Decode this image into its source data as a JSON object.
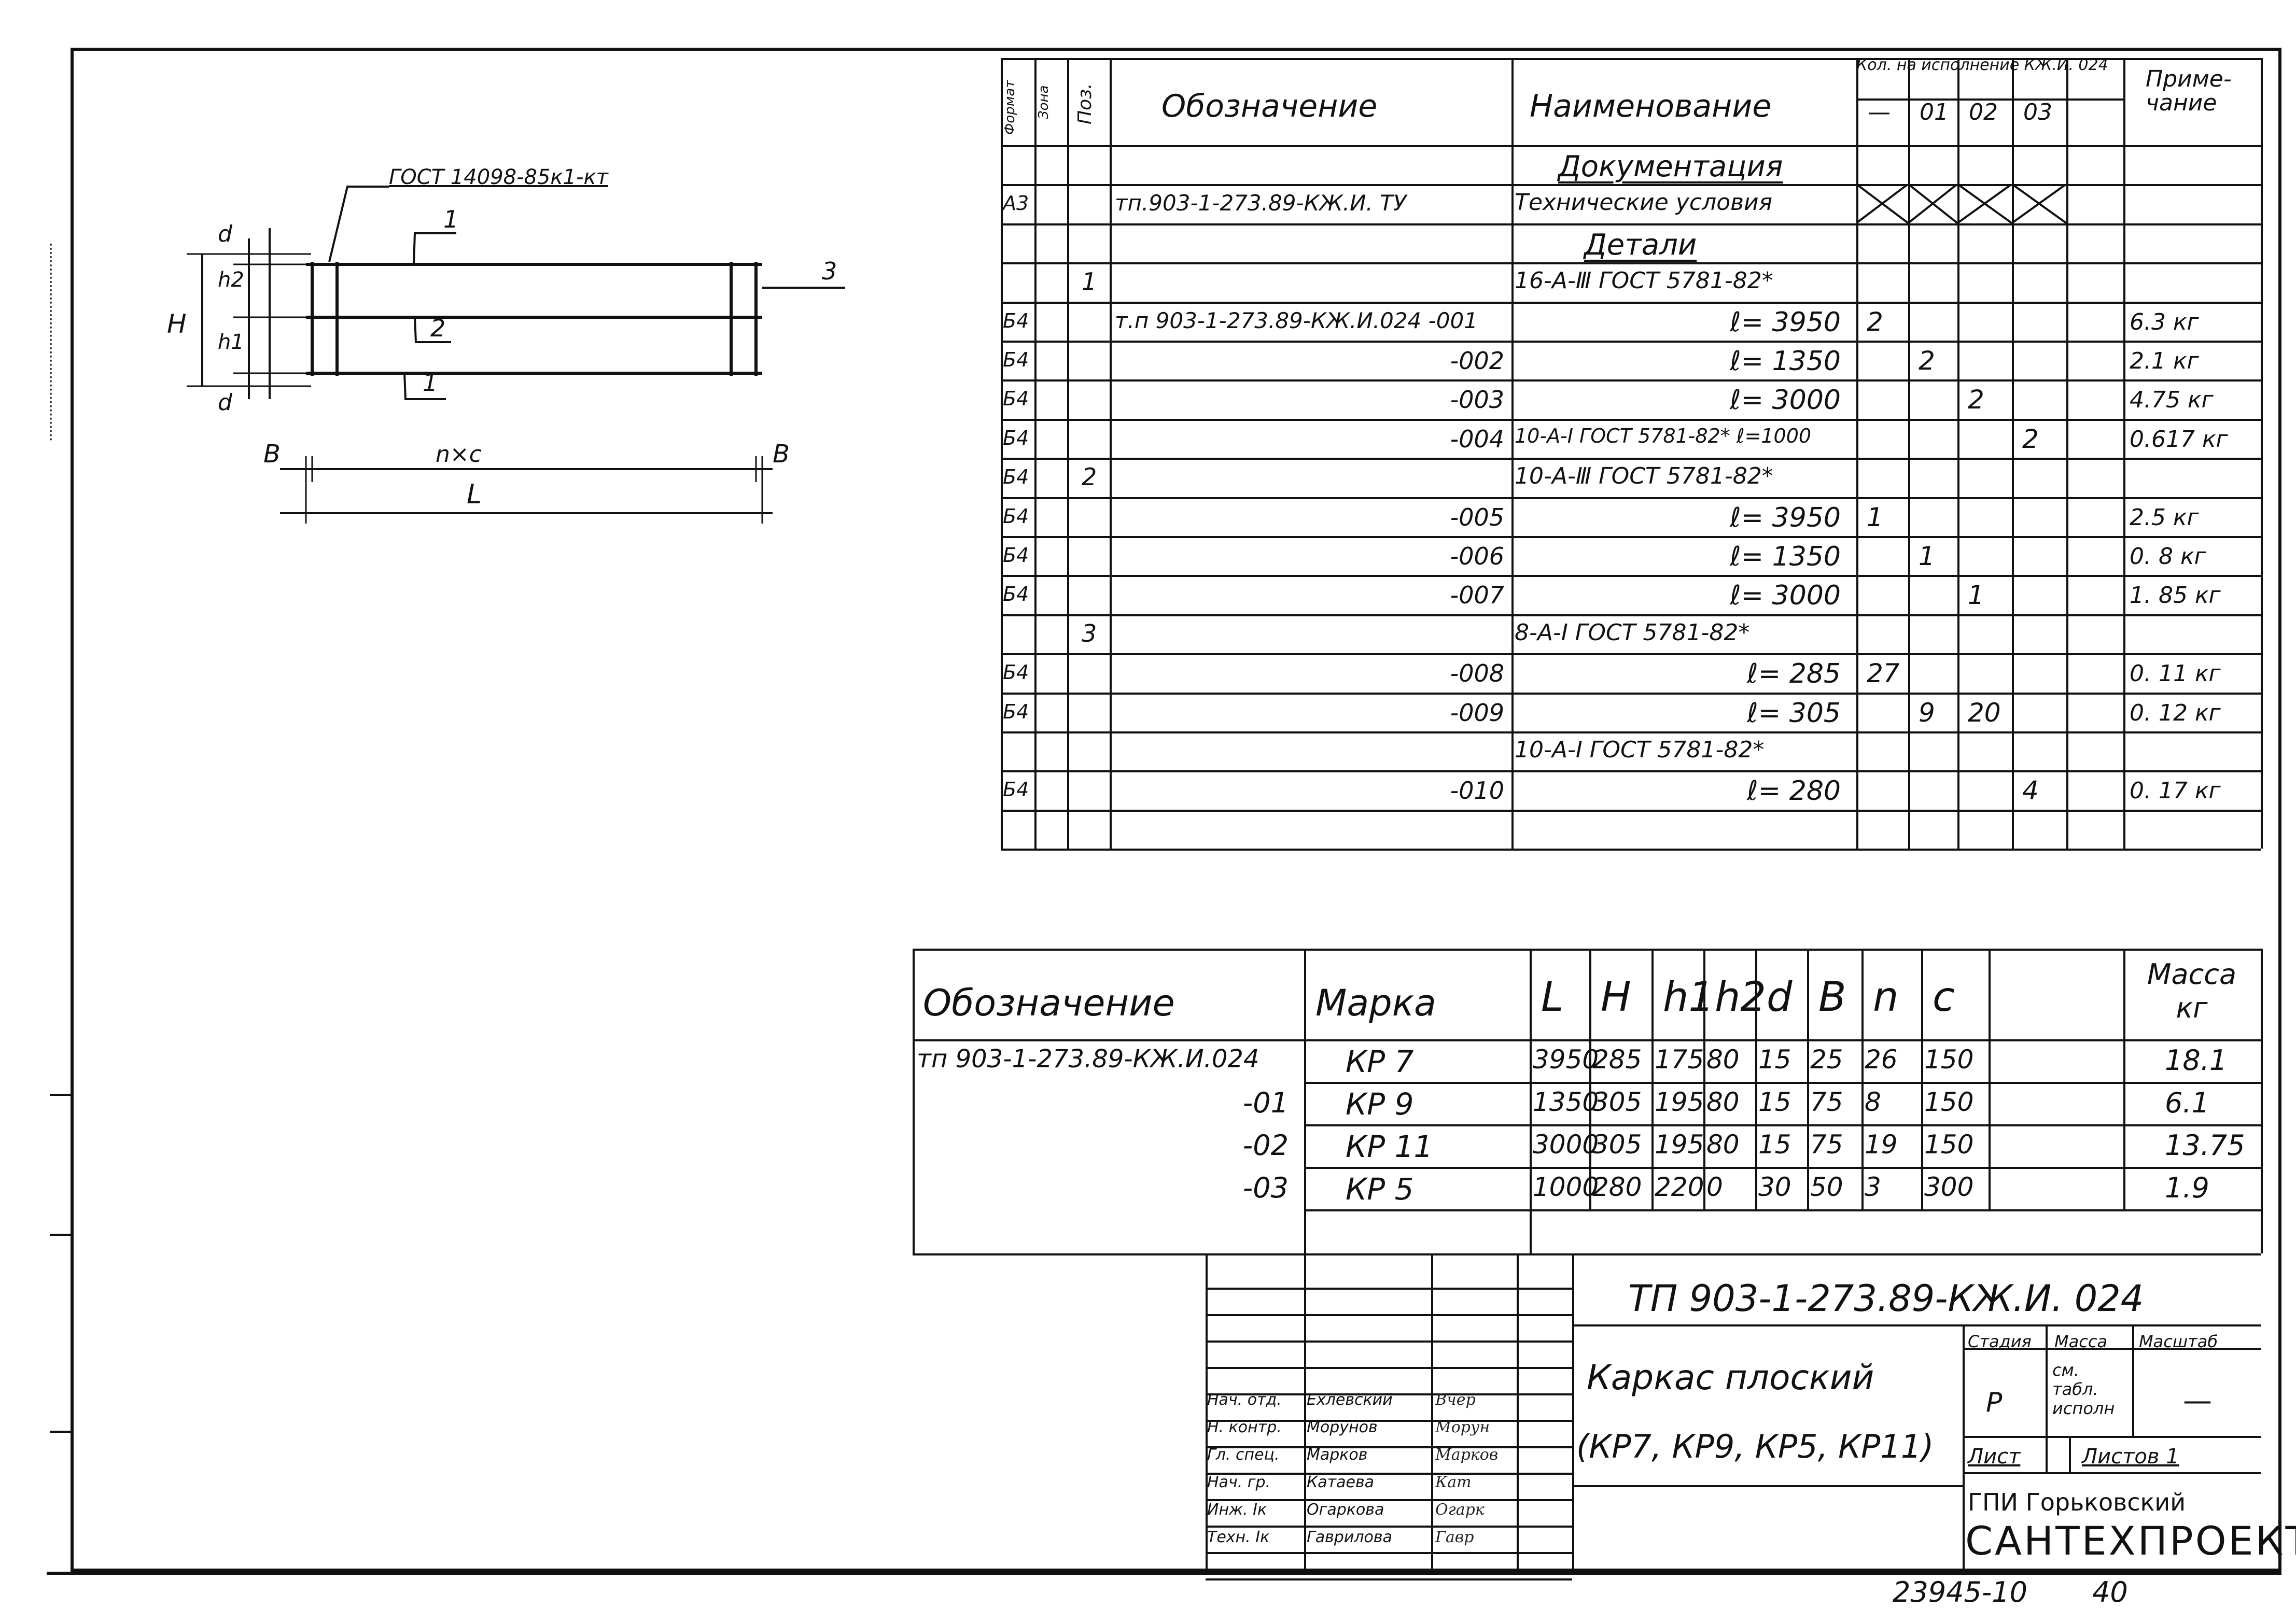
{
  "sketch": {
    "gost_label": "ГОСТ 14098-85к1-кт",
    "pos1_top": "1",
    "pos2": "2",
    "pos1_bottom": "1",
    "pos3": "3",
    "H": "H",
    "h1": "h1",
    "h2": "h2",
    "d_top": "d",
    "d_bottom": "d",
    "b_left": "B",
    "b_right": "B",
    "nxc": "n×c",
    "L": "L"
  },
  "spec": {
    "headers": {
      "format": "Формат",
      "zone": "Зона",
      "pos": "Поз.",
      "designation": "Обозначение",
      "name": "Наименование",
      "qty_title": "Кол. на исполнение КЖ.И. 024",
      "qty_cols": [
        "—",
        "01",
        "02",
        "03"
      ],
      "note": "Приме- чание"
    },
    "rows": [
      {
        "format": "",
        "zone": "",
        "pos": "",
        "designation": "",
        "name": "Документация",
        "section": true,
        "q": [
          "",
          "",
          "",
          ""
        ],
        "note": ""
      },
      {
        "format": "А3",
        "zone": "",
        "pos": "",
        "designation": "тп.903-1-273.89-КЖ.И. ТУ",
        "name": "Технические условия",
        "section": false,
        "q": [
          "X",
          "X",
          "X",
          "X"
        ],
        "note": ""
      },
      {
        "format": "",
        "zone": "",
        "pos": "",
        "designation": "",
        "name": "Детали",
        "section": true,
        "q": [
          "",
          "",
          "",
          ""
        ],
        "note": ""
      },
      {
        "format": "",
        "zone": "",
        "pos": "1",
        "designation": "",
        "name": "16-А-Ⅲ  ГОСТ 5781-82*",
        "section": false,
        "q": [
          "",
          "",
          "",
          ""
        ],
        "note": ""
      },
      {
        "format": "Б4",
        "zone": "",
        "pos": "",
        "designation": "т.п 903-1-273.89-КЖ.И.024  -001",
        "name": "ℓ= 3950",
        "section": false,
        "q": [
          "2",
          "",
          "",
          ""
        ],
        "note": "6.3 кг"
      },
      {
        "format": "Б4",
        "zone": "",
        "pos": "",
        "designation": "-002",
        "name": "ℓ= 1350",
        "section": false,
        "q": [
          "",
          "2",
          "",
          ""
        ],
        "note": "2.1 кг"
      },
      {
        "format": "Б4",
        "zone": "",
        "pos": "",
        "designation": "-003",
        "name": "ℓ= 3000",
        "section": false,
        "q": [
          "",
          "",
          "2",
          ""
        ],
        "note": "4.75 кг"
      },
      {
        "format": "Б4",
        "zone": "",
        "pos": "",
        "designation": "-004",
        "name": "10-А-Ⅰ ГОСТ 5781-82* ℓ=1000",
        "section": false,
        "q": [
          "",
          "",
          "",
          "2"
        ],
        "note": "0.617 кг"
      },
      {
        "format": "Б4",
        "zone": "",
        "pos": "2",
        "designation": "",
        "name": "10-А-Ⅲ  ГОСТ 5781-82*",
        "section": false,
        "q": [
          "",
          "",
          "",
          ""
        ],
        "note": ""
      },
      {
        "format": "Б4",
        "zone": "",
        "pos": "",
        "designation": "-005",
        "name": "ℓ= 3950",
        "section": false,
        "q": [
          "1",
          "",
          "",
          ""
        ],
        "note": "2.5 кг"
      },
      {
        "format": "Б4",
        "zone": "",
        "pos": "",
        "designation": "-006",
        "name": "ℓ= 1350",
        "section": false,
        "q": [
          "",
          "1",
          "",
          ""
        ],
        "note": "0. 8 кг"
      },
      {
        "format": "Б4",
        "zone": "",
        "pos": "",
        "designation": "-007",
        "name": "ℓ= 3000",
        "section": false,
        "q": [
          "",
          "",
          "1",
          ""
        ],
        "note": "1. 85 кг"
      },
      {
        "format": "",
        "zone": "",
        "pos": "3",
        "designation": "",
        "name": "8-А-Ⅰ  ГОСТ 5781-82*",
        "section": false,
        "q": [
          "",
          "",
          "",
          ""
        ],
        "note": ""
      },
      {
        "format": "Б4",
        "zone": "",
        "pos": "",
        "designation": "-008",
        "name": "ℓ= 285",
        "section": false,
        "q": [
          "27",
          "",
          "",
          ""
        ],
        "note": "0. 11 кг"
      },
      {
        "format": "Б4",
        "zone": "",
        "pos": "",
        "designation": "-009",
        "name": "ℓ= 305",
        "section": false,
        "q": [
          "",
          "9",
          "20",
          ""
        ],
        "note": "0. 12 кг"
      },
      {
        "format": "",
        "zone": "",
        "pos": "",
        "designation": "",
        "name": "10-А-Ⅰ  ГОСТ 5781-82*",
        "section": false,
        "q": [
          "",
          "",
          "",
          ""
        ],
        "note": ""
      },
      {
        "format": "Б4",
        "zone": "",
        "pos": "",
        "designation": "-010",
        "name": "ℓ= 280",
        "section": false,
        "q": [
          "",
          "",
          "",
          "4"
        ],
        "note": "0. 17 кг"
      },
      {
        "format": "",
        "zone": "",
        "pos": "",
        "designation": "",
        "name": "",
        "section": false,
        "q": [
          "",
          "",
          "",
          ""
        ],
        "note": ""
      }
    ]
  },
  "params": {
    "headers": [
      "Обозначение",
      "Марка",
      "L",
      "H",
      "h1",
      "h2",
      "d",
      "B",
      "n",
      "c",
      "",
      "Масса кг"
    ],
    "rows": [
      [
        "тп 903-1-273.89-КЖ.И.024",
        "КР 7",
        "3950",
        "285",
        "175",
        "80",
        "15",
        "25",
        "26",
        "150",
        "",
        "18.1"
      ],
      [
        "-01",
        "КР 9",
        "1350",
        "305",
        "195",
        "80",
        "15",
        "75",
        "8",
        "150",
        "",
        "6.1"
      ],
      [
        "-02",
        "КР 11",
        "3000",
        "305",
        "195",
        "80",
        "15",
        "75",
        "19",
        "150",
        "",
        "13.75"
      ],
      [
        "-03",
        "КР 5",
        "1000",
        "280",
        "220",
        "0",
        "30",
        "50",
        "3",
        "300",
        "",
        "1.9"
      ]
    ]
  },
  "title_block": {
    "doc_code": "ТП 903-1-273.89-КЖ.И. 024",
    "title_line1": "Каркас плоский",
    "title_line2": "(КР7, КР9, КР5, КР11)",
    "stage_label": "Стадия",
    "mass_label": "Масса",
    "scale_label": "Масштаб",
    "stage": "Р",
    "mass": "см. табл. исполн",
    "scale": "—",
    "sheet_label": "Лист",
    "sheets_label": "Листов 1",
    "org1": "ГПИ Горьковский",
    "org2": "САНТЕХПРОЕКТ",
    "signers": [
      {
        "role": "Нач. отд.",
        "name": "Ехлевский",
        "sign": "Вчер"
      },
      {
        "role": "Н. контр.",
        "name": "Морунов",
        "sign": "Морун"
      },
      {
        "role": "Гл. спец.",
        "name": "Марков",
        "sign": "Марков"
      },
      {
        "role": "Нач. гр.",
        "name": "Катаева",
        "sign": "Кат"
      },
      {
        "role": "Инж. Iк",
        "name": "Огаркова",
        "sign": "Огарк"
      },
      {
        "role": "Техн. Iк",
        "name": "Гаврилова",
        "sign": "Гавр"
      }
    ]
  },
  "footer": {
    "archive_number": "23945-10",
    "sheet_number": "40"
  }
}
